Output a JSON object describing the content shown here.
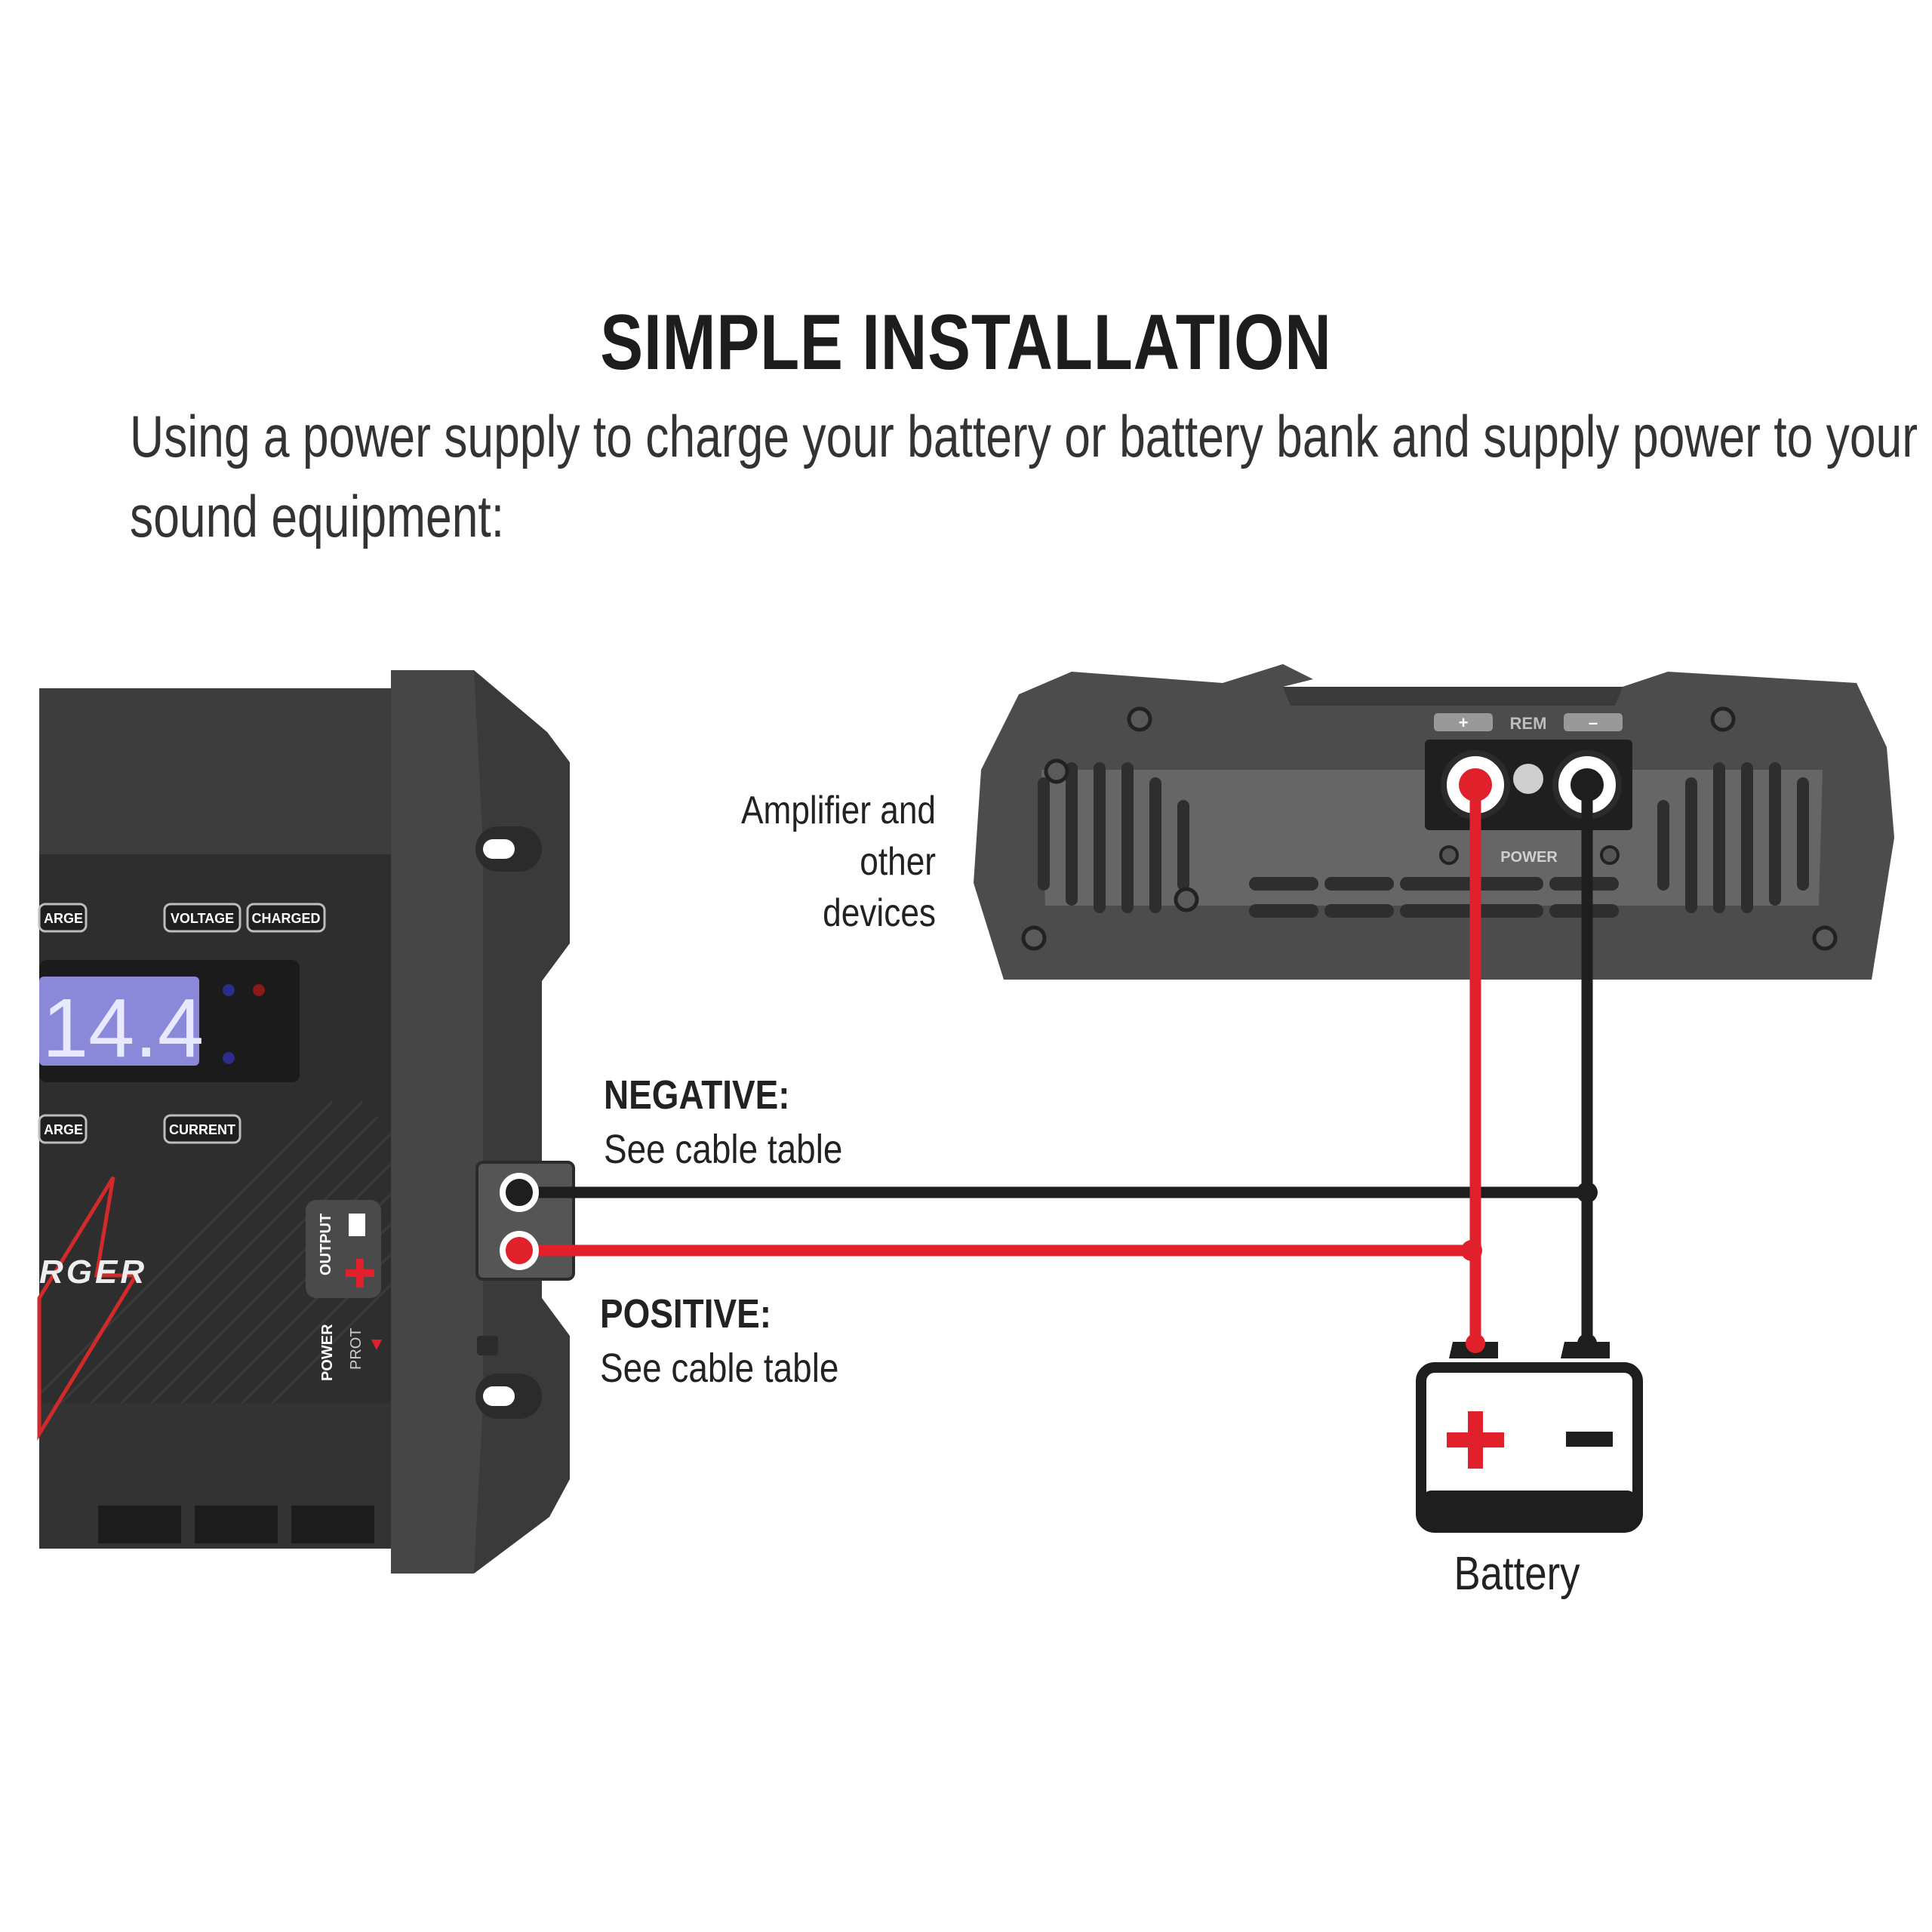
{
  "title": "SIMPLE INSTALLATION",
  "intro": {
    "line1": "Using a power supply to charge your battery or battery bank and supply power to your",
    "line2": "sound equipment:"
  },
  "amplifier": {
    "label_line1": "Amplifier and other",
    "label_line2": "devices",
    "terminal_plus": "+",
    "terminal_rem": "REM",
    "terminal_minus": "–",
    "power_label": "POWER"
  },
  "negative": {
    "title": "NEGATIVE:",
    "note": "See cable table"
  },
  "positive": {
    "title": "POSITIVE:",
    "note": "See cable table"
  },
  "battery": {
    "label": "Battery",
    "plus": "+",
    "minus": "–"
  },
  "charger": {
    "display_value": "14.4",
    "btn_charge_top": "ARGE",
    "btn_voltage": "VOLTAGE",
    "btn_charged": "CHARGED",
    "btn_charge_bottom": "ARGE",
    "btn_current": "CURRENT",
    "output_label": "OUTPUT",
    "power_label": "POWER",
    "prot_label": "PROT",
    "brand_fragment": "RGER"
  },
  "colors": {
    "positive_wire": "#e0202a",
    "negative_wire": "#1e1e1e",
    "device_body": "#3c3c3c",
    "amp_body": "#4a4a4a",
    "display_bg": "#8a88d8"
  }
}
